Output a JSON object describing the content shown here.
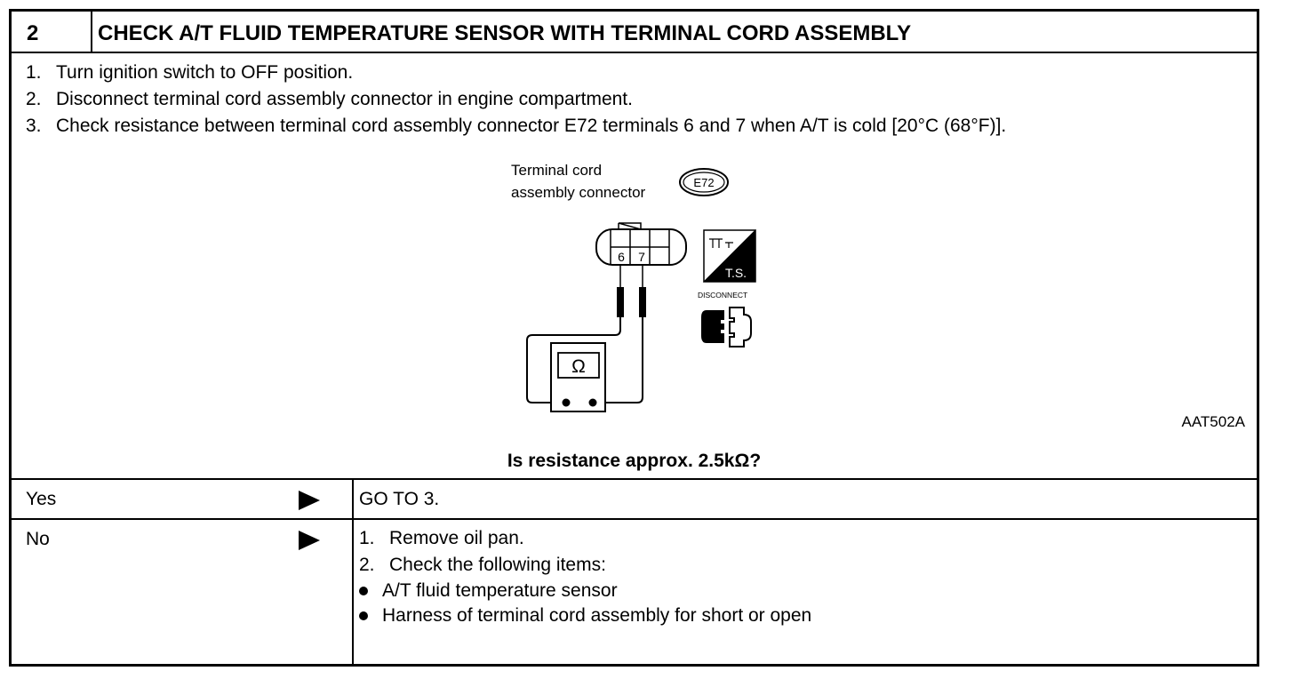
{
  "header": {
    "step_number": "2",
    "title": "CHECK A/T FLUID TEMPERATURE SENSOR WITH TERMINAL CORD ASSEMBLY"
  },
  "instructions": [
    {
      "num": "1.",
      "text": "Turn ignition switch to OFF position."
    },
    {
      "num": "2.",
      "text": "Disconnect terminal cord assembly connector in engine compartment."
    },
    {
      "num": "3.",
      "text": "Check resistance between terminal cord assembly connector E72 terminals 6 and 7 when A/T is cold [20°C (68°F)]."
    }
  ],
  "diagram": {
    "connector_label_line1": "Terminal cord",
    "connector_label_line2": "assembly connector",
    "connector_id": "E72",
    "terminal_a": "6",
    "terminal_b": "7",
    "meter_symbol": "Ω",
    "ts_label": "T.S.",
    "disconnect_label": "DISCONNECT",
    "figure_code": "AAT502A"
  },
  "question": "Is resistance approx. 2.5kΩ?",
  "answers": {
    "yes_label": "Yes",
    "yes_action": "GO TO 3.",
    "no_label": "No",
    "no_steps": [
      {
        "num": "1.",
        "text": "Remove oil pan."
      },
      {
        "num": "2.",
        "text": "Check the following items:"
      }
    ],
    "no_bullets": [
      "A/T fluid temperature sensor",
      "Harness of terminal cord assembly for short or open"
    ]
  }
}
